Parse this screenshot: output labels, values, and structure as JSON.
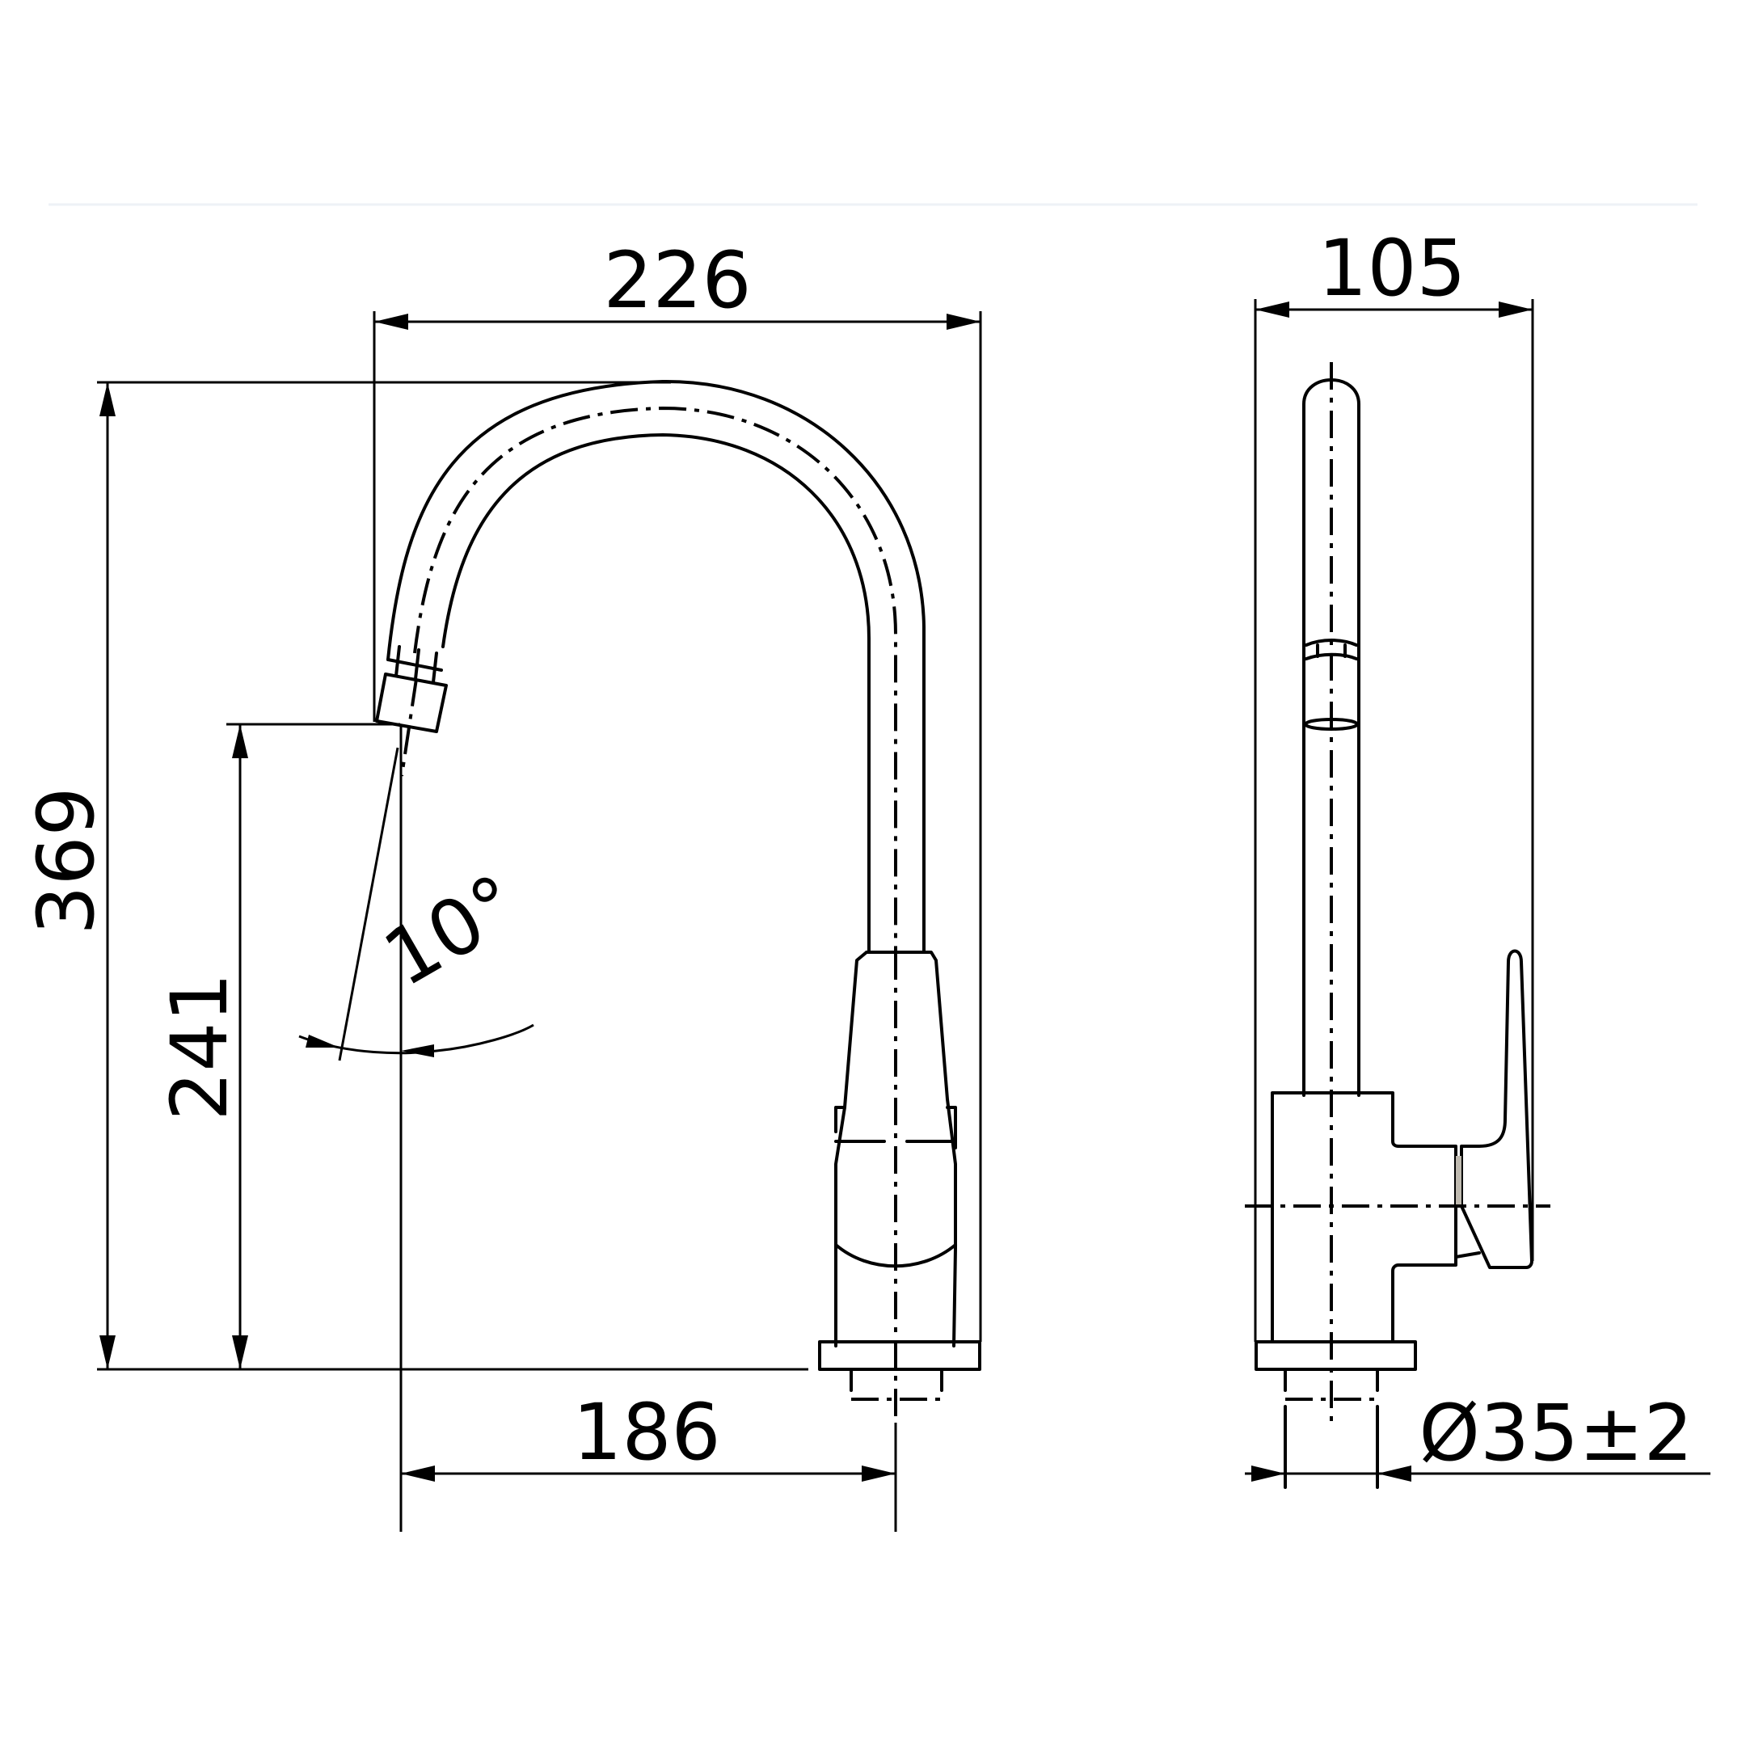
{
  "drawing": {
    "title": "Faucet technical drawing",
    "units": "mm",
    "colors": {
      "line": "#000000",
      "background": "#ffffff",
      "handle_gap_fill": "#bfbab0"
    }
  },
  "front_view": {
    "overall_width": {
      "label": "226",
      "value": 226
    },
    "overall_height": {
      "label": "369",
      "value": 369
    },
    "spout_height": {
      "label": "241",
      "value": 241
    },
    "spout_reach": {
      "label": "186",
      "value": 186
    },
    "swivel_angle": {
      "label": "10°",
      "value": 10
    }
  },
  "side_view": {
    "depth": {
      "label": "105",
      "value": 105
    },
    "mounting_hole_diameter": {
      "label": "Ø35±2",
      "value": 35,
      "tolerance": 2
    }
  }
}
